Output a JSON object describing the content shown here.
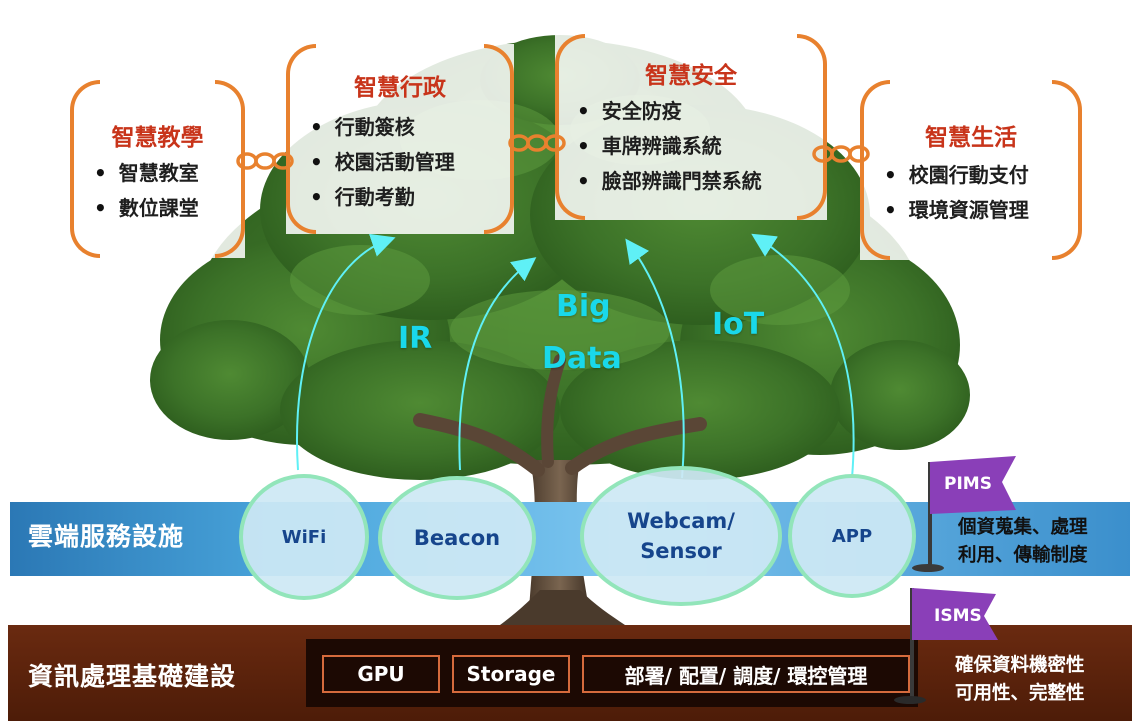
{
  "cards": [
    {
      "title": "智慧教學",
      "items": [
        "智慧教室",
        "數位課堂"
      ]
    },
    {
      "title": "智慧行政",
      "items": [
        "行動簽核",
        "校園活動管理",
        "行動考勤"
      ]
    },
    {
      "title": "智慧安全",
      "items": [
        "安全防疫",
        "車牌辨識系統",
        "臉部辨識門禁系統"
      ]
    },
    {
      "title": "智慧生活",
      "items": [
        "校園行動支付",
        "環境資源管理"
      ]
    }
  ],
  "tech_labels": {
    "ir": "IR",
    "big": "Big",
    "data": "Data",
    "iot": "IoT"
  },
  "cloud": {
    "label": "雲端服務設施",
    "nodes": [
      "WiFi",
      "Beacon",
      "Webcam/",
      "Sensor",
      "APP"
    ]
  },
  "infra": {
    "label": "資訊處理基礎建設",
    "items": [
      "GPU",
      "Storage",
      "部署/ 配置/ 調度/ 環控管理"
    ]
  },
  "pims": {
    "flag": "PIMS",
    "lines": [
      "個資蒐集、處理",
      "利用、傳輸制度"
    ]
  },
  "isms": {
    "flag": "ISMS",
    "lines": [
      "確保資料機密性",
      "可用性、完整性"
    ]
  },
  "colors": {
    "card_border": "#e8812e",
    "card_title": "#c8341a",
    "tech_text": "#19d8ea",
    "cloud_band": "#4aa6dc",
    "circle_border": "#92e5ba",
    "circle_text": "#16458c",
    "infra_band": "#5a220c",
    "flag": "#8a3fb8"
  }
}
